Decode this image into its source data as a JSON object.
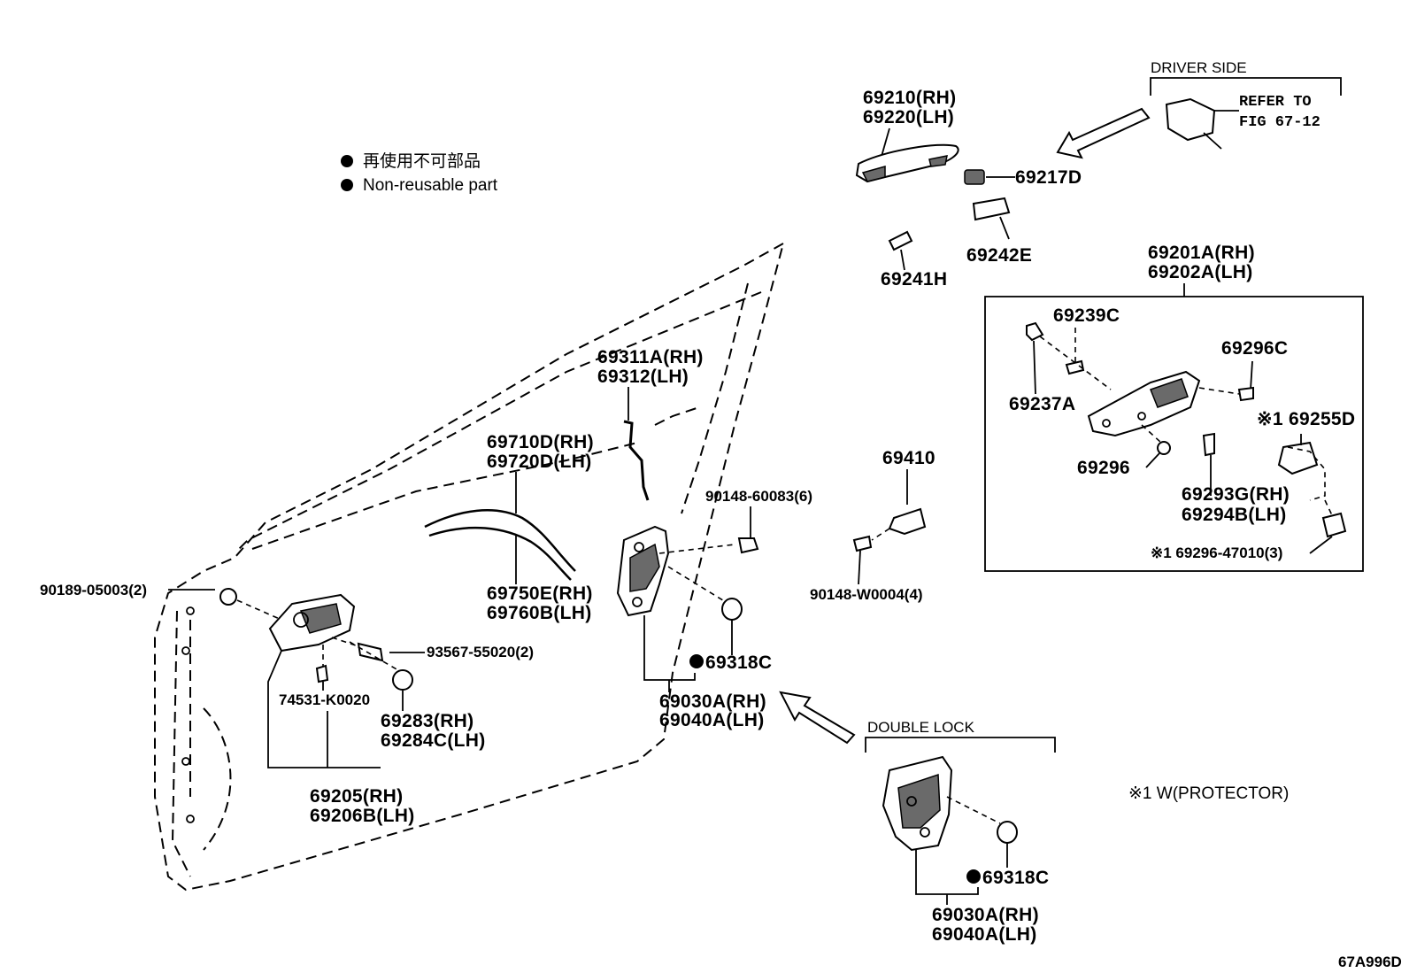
{
  "legend": {
    "jp": "再使用不可部品",
    "en": "Non-reusable part"
  },
  "driver_side": {
    "title": "DRIVER SIDE",
    "refer_line1": "REFER TO",
    "refer_line2": "FIG 67-12"
  },
  "double_lock": {
    "title": "DOUBLE LOCK"
  },
  "protector_note": "※1 W(PROTECTOR)",
  "figure_code": "67A996D",
  "labels": {
    "p69210": "69210(RH)",
    "p69220": "69220(LH)",
    "p69217D": "69217D",
    "p69242E": "69242E",
    "p69241H": "69241H",
    "p69201A": "69201A(RH)",
    "p69202A": "69202A(LH)",
    "p69239C": "69239C",
    "p69296C": "69296C",
    "p69237A": "69237A",
    "p69255D": "※1 69255D",
    "p69296": "69296",
    "p69293G": "69293G(RH)",
    "p69294B": "69294B(LH)",
    "p69296_47010": "※1 69296-47010(3)",
    "p69311A": "69311A(RH)",
    "p69312": "69312(LH)",
    "p69710D": "69710D(RH)",
    "p69720D": "69720D(LH)",
    "p90148_60083": "90148-60083(6)",
    "p69410": "69410",
    "p90148_W0004": "90148-W0004(4)",
    "p90189": "90189-05003(2)",
    "p69750E": "69750E(RH)",
    "p69760B": "69760B(LH)",
    "p93567": "93567-55020(2)",
    "p69318C": "69318C",
    "p69030A": "69030A(RH)",
    "p69040A": "69040A(LH)",
    "p74531": "74531-K0020",
    "p69283": "69283(RH)",
    "p69284C": "69284C(LH)",
    "p69205": "69205(RH)",
    "p69206B": "69206B(LH)",
    "p69318C_dl": "69318C",
    "p69030A_dl": "69030A(RH)",
    "p69040A_dl": "69040A(LH)"
  }
}
